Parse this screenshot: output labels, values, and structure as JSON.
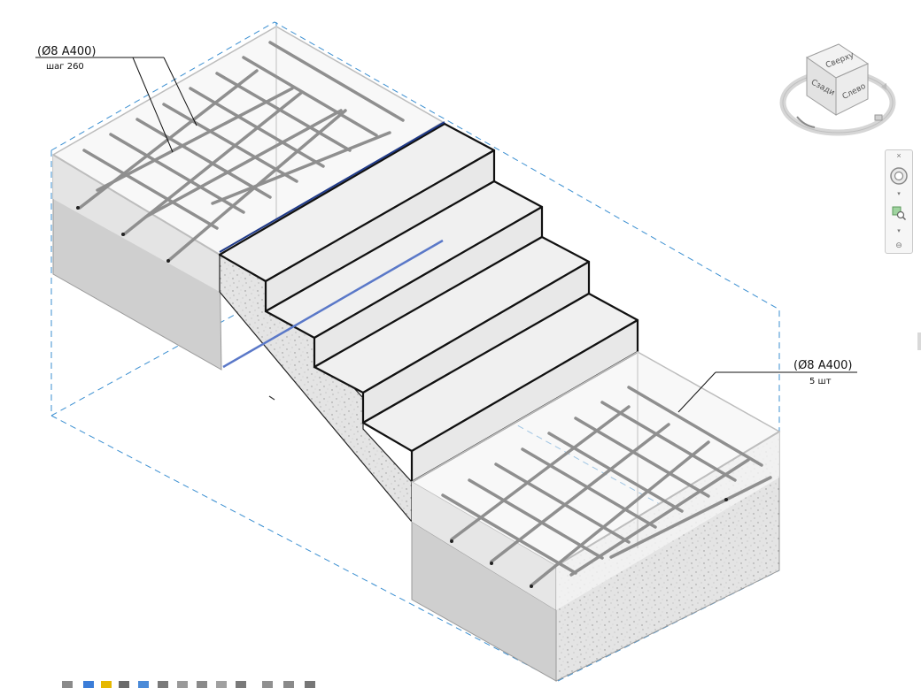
{
  "annotations": {
    "top_tag": {
      "main": "(Ø8 A400)",
      "sub": "шаг 260"
    },
    "bottom_tag": {
      "main": "(Ø8 A400)",
      "sub": "5 шт"
    }
  },
  "viewcube": {
    "faces": [
      "Сзади",
      "Слево",
      "Сверху"
    ]
  },
  "navigation_bar": {
    "close": "×",
    "expand": "▾"
  },
  "status_bar": {
    "icons": [
      "detail-level-icon",
      "visual-style-icon",
      "sun-path-icon",
      "shadows-icon",
      "crop-view-icon",
      "show-crop-icon",
      "temporary-hide-icon",
      "reveal-hidden-icon",
      "worksharing-icon",
      "analytical-model-icon",
      "highlight-displacement-icon",
      "reveal-constraints-icon",
      "temporary-view-properties-icon"
    ]
  },
  "colors": {
    "accent_blue": "#1f3a8a",
    "dashed_section": "#3b8fd1",
    "rebar": "#8f8f8f",
    "concrete": "#d9d9d9"
  }
}
